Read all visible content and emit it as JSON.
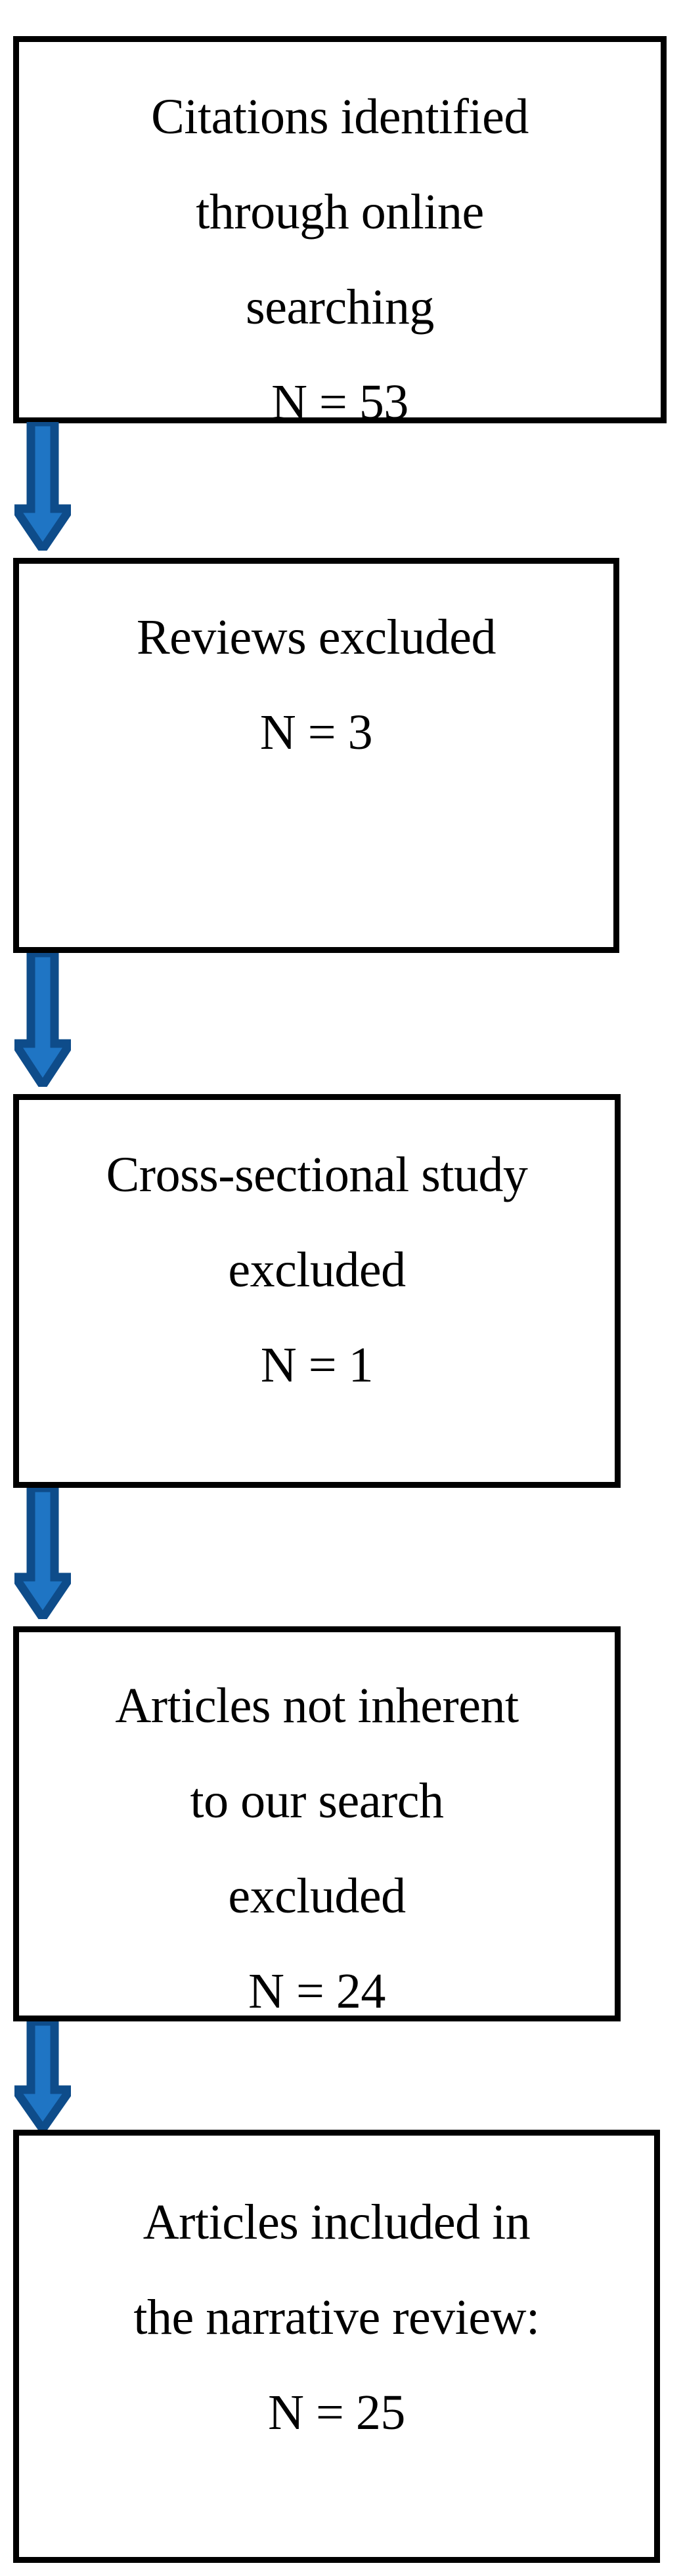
{
  "diagram": {
    "title": "Study selection flow diagram",
    "type": "flowchart",
    "orientation": "vertical",
    "colors": {
      "box_border": "#000000",
      "box_fill": "#ffffff",
      "text": "#000000",
      "arrow_outline": "#0e4c8a",
      "arrow_fill": "#1f75c4"
    },
    "nodes": [
      {
        "id": "identified",
        "label_lines": [
          "Citations identified",
          "through online",
          "searching",
          "N = 53"
        ],
        "text": "Citations identified\nthrough online\nsearching\nN = 53",
        "count_label": "N = 53",
        "count": 53
      },
      {
        "id": "reviews-excluded",
        "label_lines": [
          "Reviews excluded",
          "N = 3"
        ],
        "text": "Reviews excluded\nN = 3",
        "count_label": "N = 3",
        "count": 3
      },
      {
        "id": "cross-sectional-excluded",
        "label_lines": [
          "Cross-sectional study",
          "excluded",
          "N = 1"
        ],
        "text": "Cross-sectional study\nexcluded\nN = 1",
        "count_label": "N = 1",
        "count": 1
      },
      {
        "id": "not-inherent-excluded",
        "label_lines": [
          "Articles not inherent",
          "to our search",
          "excluded",
          "N = 24"
        ],
        "text": "Articles not inherent\nto our search\nexcluded\nN = 24",
        "count_label": "N = 24",
        "count": 24
      },
      {
        "id": "included",
        "label_lines": [
          "Articles included in",
          "the narrative review:",
          "N = 25"
        ],
        "text": "Articles included in\nthe narrative review:\nN = 25",
        "count_label": "N = 25",
        "count": 25
      }
    ],
    "connectors": [
      {
        "id": "arrow-1",
        "from": "identified",
        "to": "reviews-excluded",
        "icon": "down-arrow-icon"
      },
      {
        "id": "arrow-2",
        "from": "reviews-excluded",
        "to": "cross-sectional-excluded",
        "icon": "down-arrow-icon"
      },
      {
        "id": "arrow-3",
        "from": "cross-sectional-excluded",
        "to": "not-inherent-excluded",
        "icon": "down-arrow-icon"
      },
      {
        "id": "arrow-4",
        "from": "not-inherent-excluded",
        "to": "included",
        "icon": "down-arrow-icon"
      }
    ]
  }
}
